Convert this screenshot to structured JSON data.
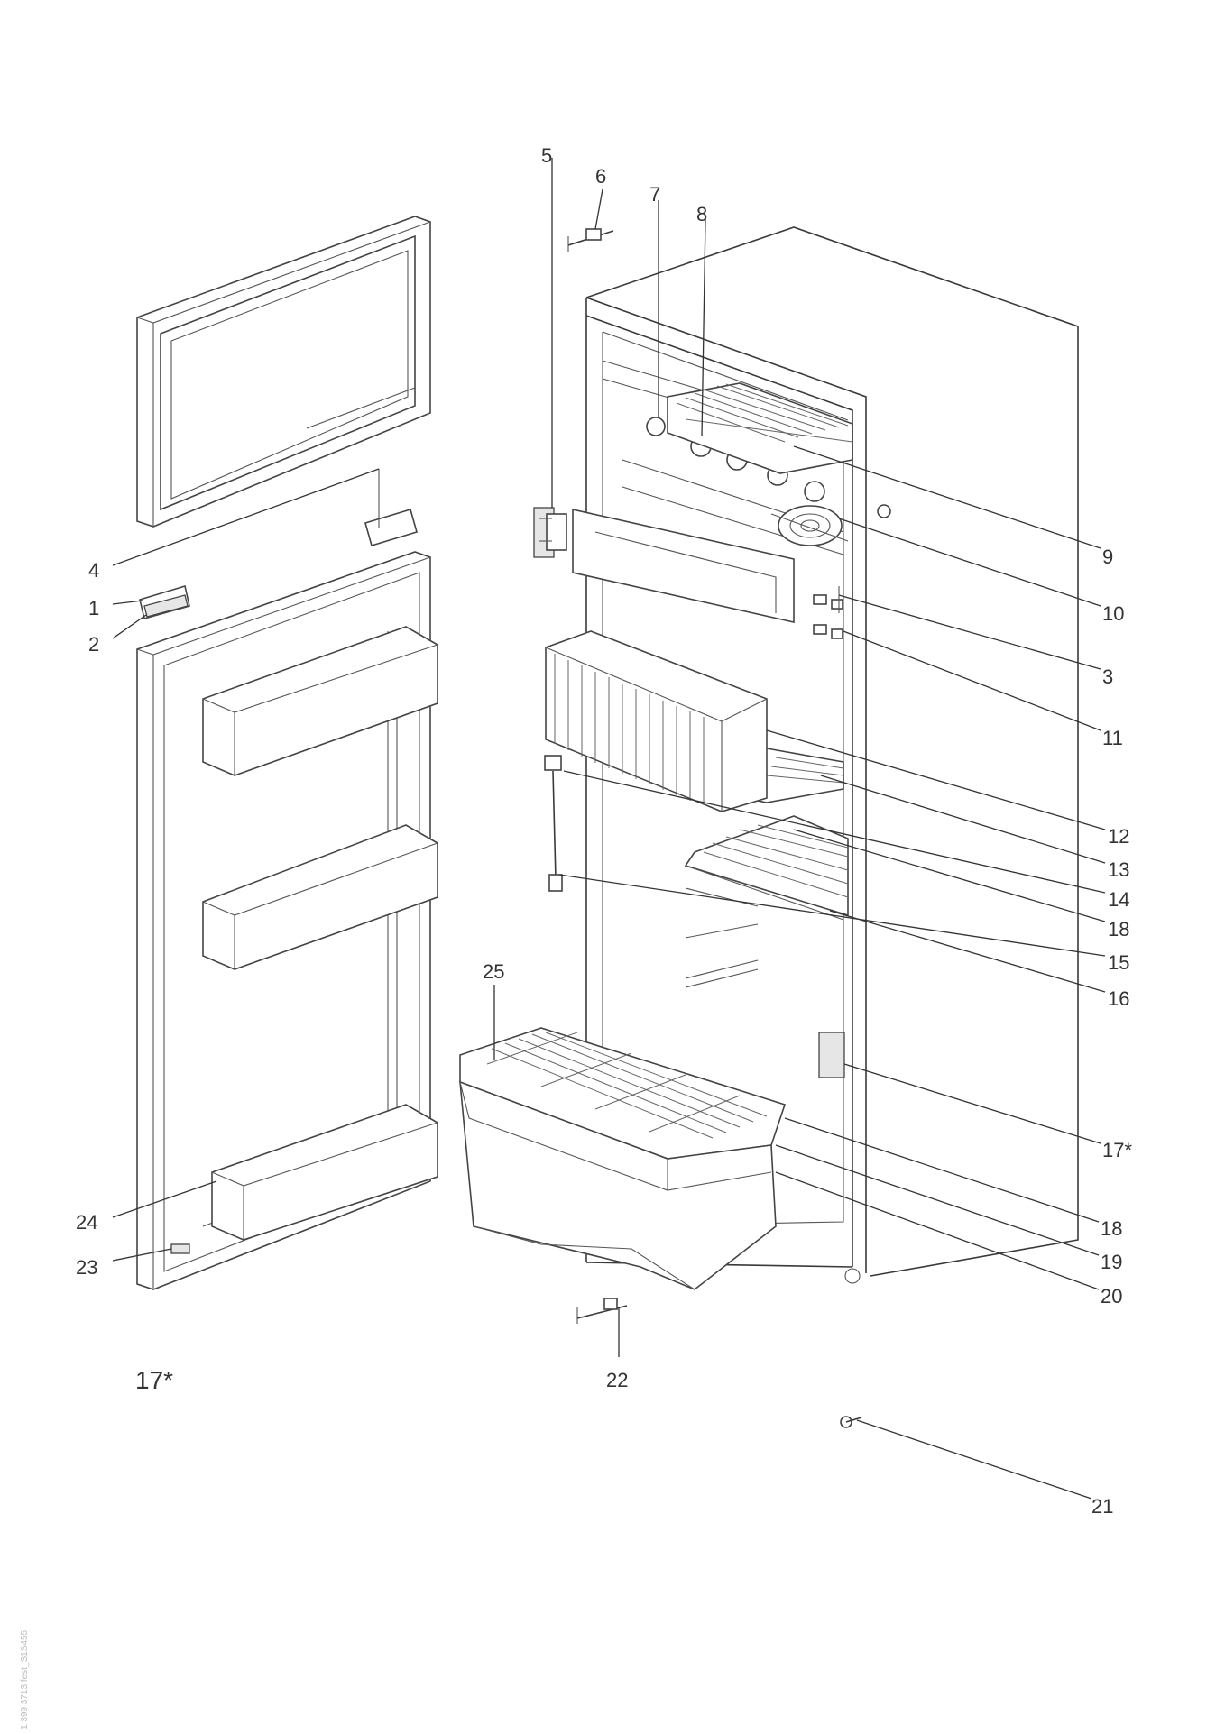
{
  "diagram": {
    "labels": {
      "l1": "1",
      "l2": "2",
      "l3": "3",
      "l4": "4",
      "l5": "5",
      "l6": "6",
      "l7": "7",
      "l8": "8",
      "l9": "9",
      "l10": "10",
      "l11": "11",
      "l12": "12",
      "l13": "13",
      "l14": "14",
      "l18a": "18",
      "l15": "15",
      "l16": "16",
      "l17": "17*",
      "l18b": "18",
      "l19": "19",
      "l20": "20",
      "l21": "21",
      "l22": "22",
      "l23": "23",
      "l24": "24",
      "l25": "25"
    },
    "footnote": "17*",
    "side_code": "1 399 3713 fest_S1S455"
  }
}
